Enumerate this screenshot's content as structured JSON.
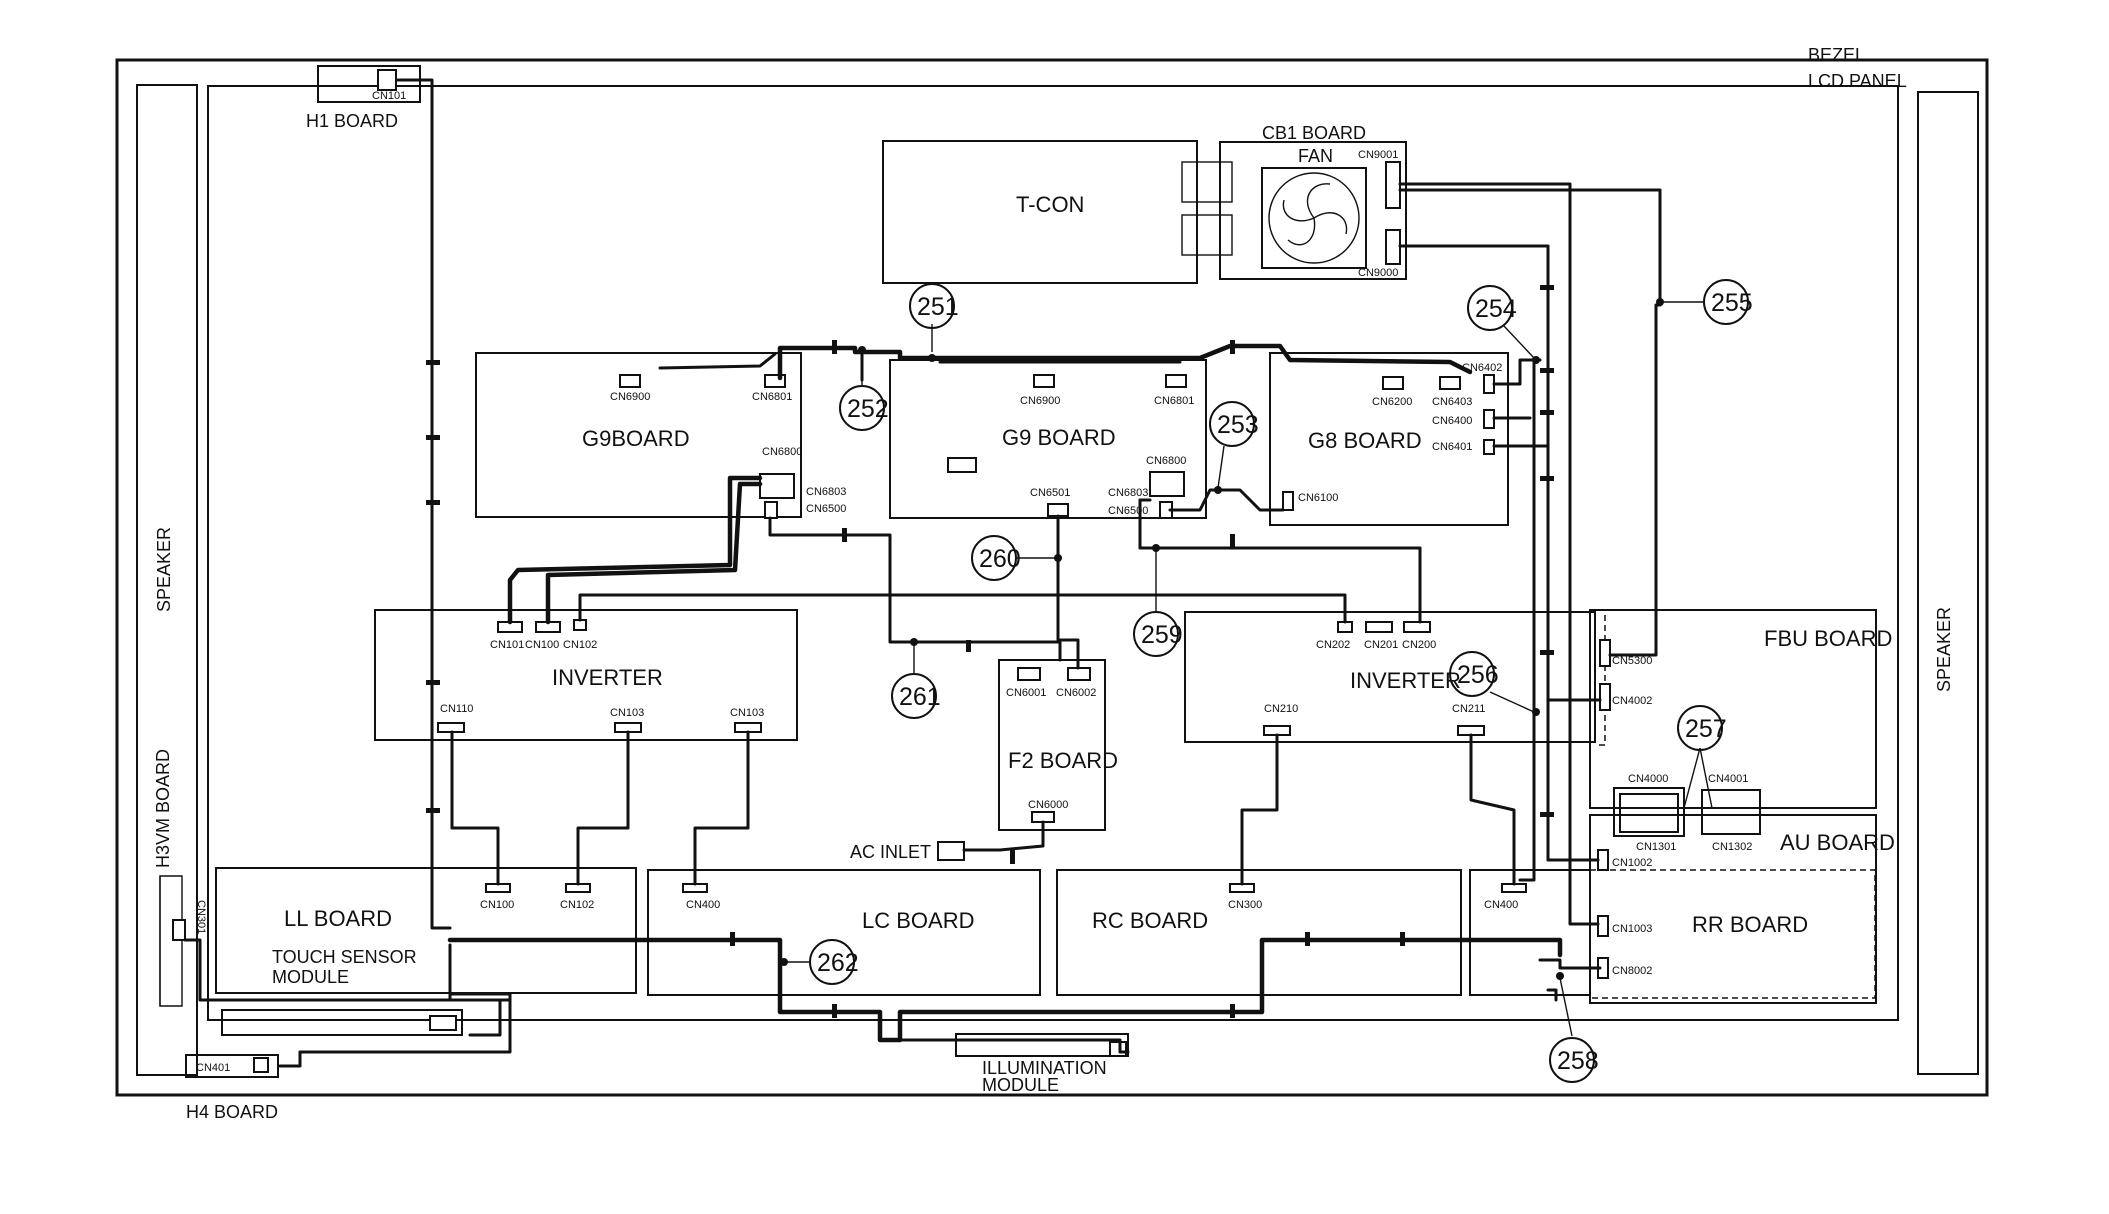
{
  "labels": {
    "bezel": "BEZEL",
    "lcd_panel": "LCD PANEL",
    "speaker_left": "SPEAKER",
    "speaker_right": "SPEAKER",
    "h1_board": "H1 BOARD",
    "h3vm_board": "H3VM BOARD",
    "h4_board": "H4 BOARD",
    "t_con": "T-CON",
    "cb1_board": "CB1 BOARD",
    "fan": "FAN",
    "g9board_left": "G9BOARD",
    "g9_board_center": "G9 BOARD",
    "g8_board": "G8 BOARD",
    "inverter_left": "INVERTER",
    "inverter_right": "INVERTER",
    "f2_board": "F2 BOARD",
    "fbu_board": "FBU BOARD",
    "au_board": "AU BOARD",
    "rr_board": "RR BOARD",
    "ll_board": "LL BOARD",
    "touch_sensor_1": "TOUCH SENSOR",
    "touch_sensor_2": "MODULE",
    "lc_board": "LC BOARD",
    "rc_board": "RC BOARD",
    "ac_inlet": "AC INLET",
    "illumination_1": "ILLUMINATION",
    "illumination_2": "MODULE"
  },
  "connectors": {
    "h1": "CN101",
    "cb1_a": "CN9001",
    "cb1_b": "CN9000",
    "g9l_1": "CN6900",
    "g9l_2": "CN6801",
    "g9l_3": "CN6800",
    "g9l_4": "CN6803",
    "g9l_5": "CN6500",
    "g9c_1": "CN6900",
    "g9c_2": "CN6801",
    "g9c_3": "CN6800",
    "g9c_4": "CN6501",
    "g9c_5": "CN6803",
    "g9c_6": "CN6500",
    "g8_1": "CN6200",
    "g8_2": "CN6403",
    "g8_3": "CN6402",
    "g8_4": "CN6400",
    "g8_5": "CN6401",
    "g8_6": "CN6100",
    "invl_1": "CN101",
    "invl_2": "CN100",
    "invl_3": "CN102",
    "invl_4": "CN110",
    "invl_5": "CN103",
    "invl_6": "CN103",
    "invr_1": "CN202",
    "invr_2": "CN201",
    "invr_3": "CN200",
    "invr_4": "CN210",
    "invr_5": "CN211",
    "f2_1": "CN6001",
    "f2_2": "CN6002",
    "f2_3": "CN6000",
    "fbu_1": "CN5300",
    "fbu_2": "CN4002",
    "au_1": "CN4000",
    "au_2": "CN4001",
    "au_3": "CN1301",
    "au_4": "CN1302",
    "rr_1": "CN1002",
    "rr_2": "CN1003",
    "rr_3": "CN8002",
    "h3vm": "CN301",
    "h4": "CN401",
    "ll_1": "CN100",
    "ll_2": "CN102",
    "lc_1": "CN400",
    "rc_1": "CN300",
    "rr_4": "CN400"
  },
  "callouts": [
    "251",
    "252",
    "253",
    "254",
    "255",
    "256",
    "257",
    "258",
    "259",
    "260",
    "261",
    "262"
  ]
}
